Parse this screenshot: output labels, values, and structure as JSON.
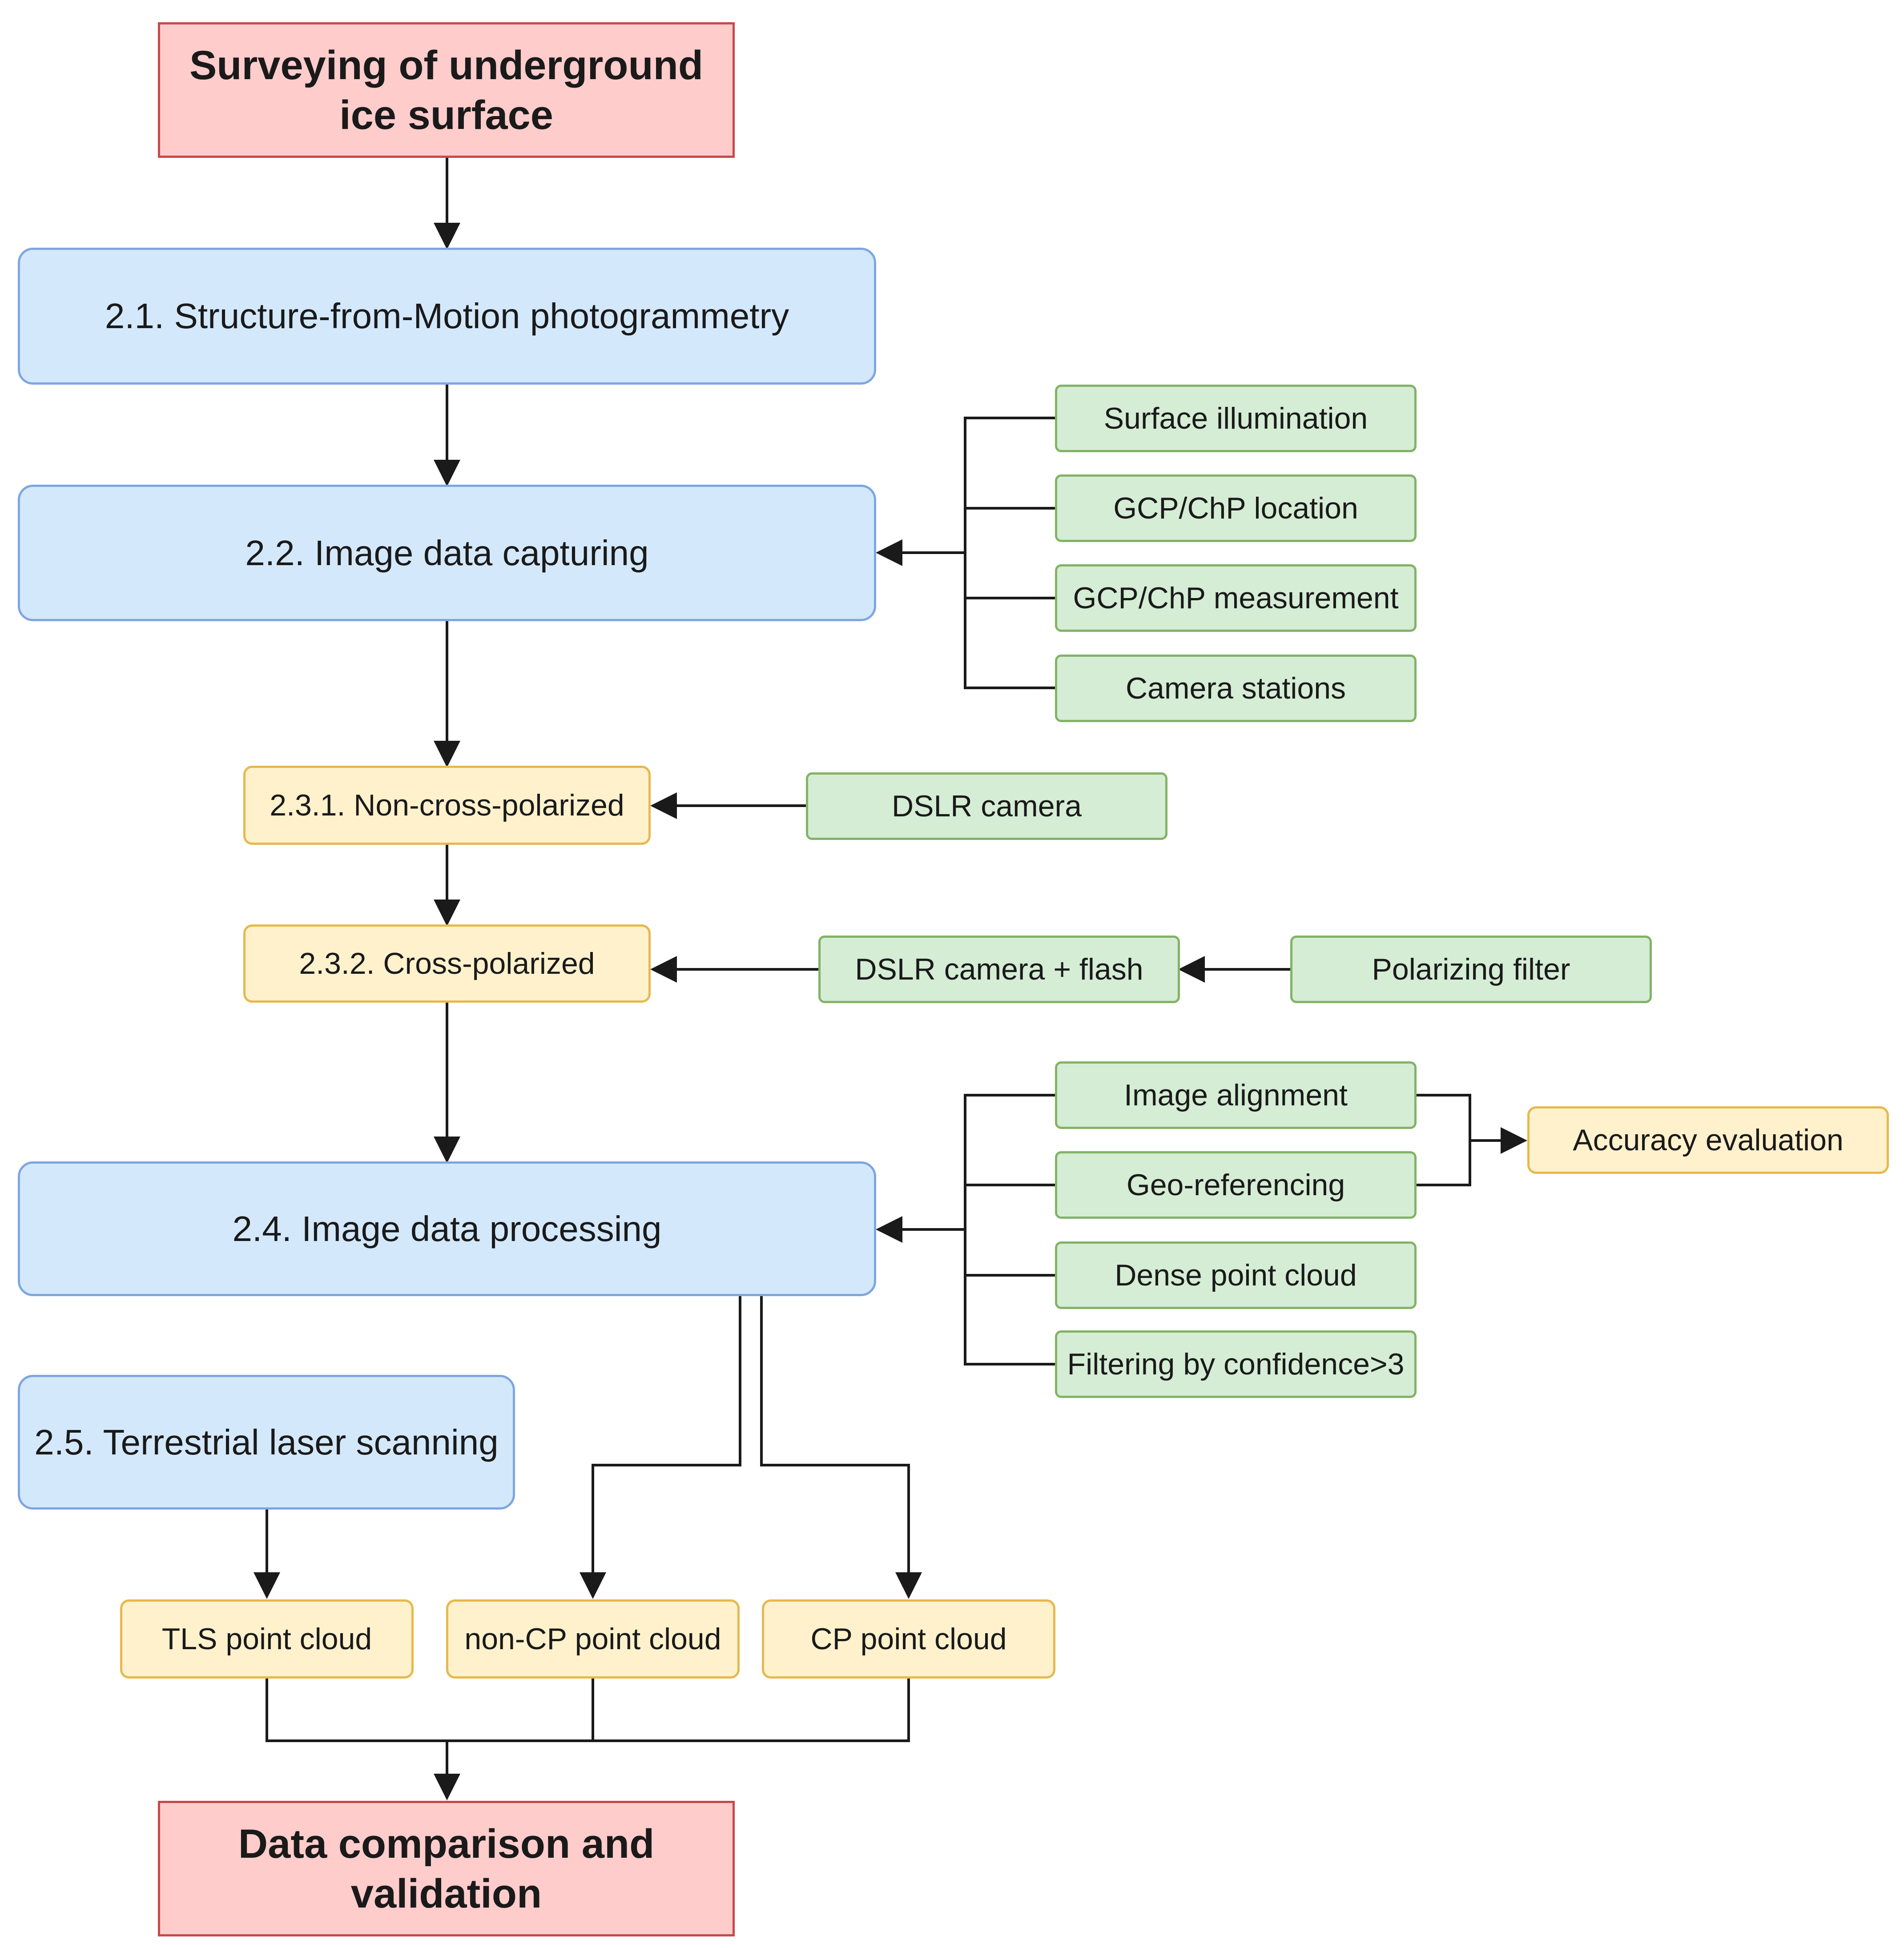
{
  "title_box": "Surveying of underground ice surface",
  "final_box": "Data comparison and validation",
  "sfm": "2.1. Structure-from-Motion photogrammetry",
  "capture": {
    "label": "2.2. Image data capturing",
    "inputs": [
      "Surface illumination",
      "GCP/ChP location",
      "GCP/ChP measurement",
      "Camera stations"
    ]
  },
  "non_cross": {
    "label": "2.3.1. Non-cross-polarized",
    "input": "DSLR camera"
  },
  "cross": {
    "label": "2.3.2. Cross-polarized",
    "input": "DSLR camera + flash",
    "filter": "Polarizing filter"
  },
  "processing": {
    "label": "2.4. Image data processing",
    "inputs": [
      "Image alignment",
      "Geo-referencing",
      "Dense point cloud",
      "Filtering by confidence>3"
    ],
    "accuracy": "Accuracy evaluation"
  },
  "tls": "2.5. Terrestrial laser scanning",
  "clouds": [
    "TLS point cloud",
    "non-CP point cloud",
    "CP point cloud"
  ]
}
